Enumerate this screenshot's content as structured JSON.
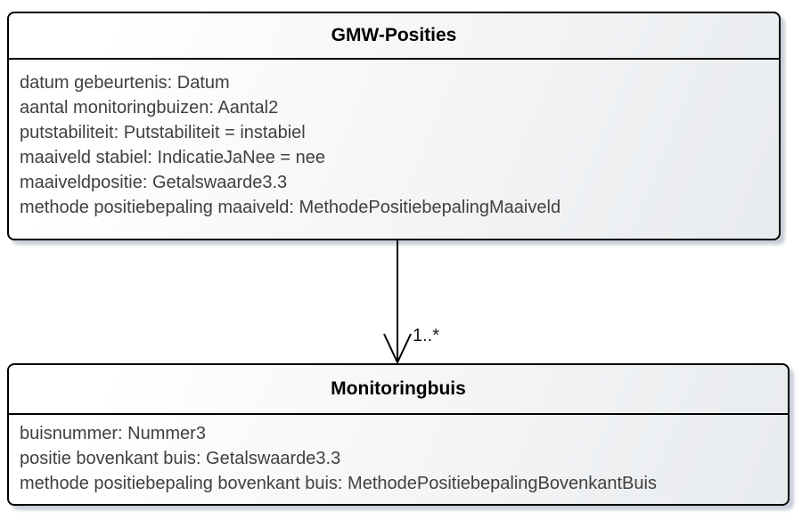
{
  "diagram": {
    "type": "uml-class-diagram",
    "classes": [
      {
        "name": "GMW-Posities",
        "attributes": [
          "datum gebeurtenis: Datum",
          "aantal monitoringbuizen: Aantal2",
          "putstabiliteit: Putstabiliteit = instabiel",
          "maaiveld stabiel: IndicatieJaNee = nee",
          "maaiveldpositie: Getalswaarde3.3",
          "methode positiebepaling maaiveld: MethodePositiebepalingMaaiveld"
        ]
      },
      {
        "name": "Monitoringbuis",
        "attributes": [
          "buisnummer: Nummer3",
          "positie bovenkant buis: Getalswaarde3.3",
          "methode positiebepaling bovenkant buis: MethodePositiebepalingBovenkantBuis"
        ]
      }
    ],
    "association": {
      "from": "GMW-Posities",
      "to": "Monitoringbuis",
      "target_multiplicity": "1..*"
    },
    "colors": {
      "box_border": "#000000",
      "box_fill_start": "#ffffff",
      "box_fill_end": "#e8ebee",
      "box_shadow": "#c6ccd8",
      "attribute_text": "#404040",
      "title_text": "#000000",
      "multiplicity_text": "#16161f"
    }
  }
}
